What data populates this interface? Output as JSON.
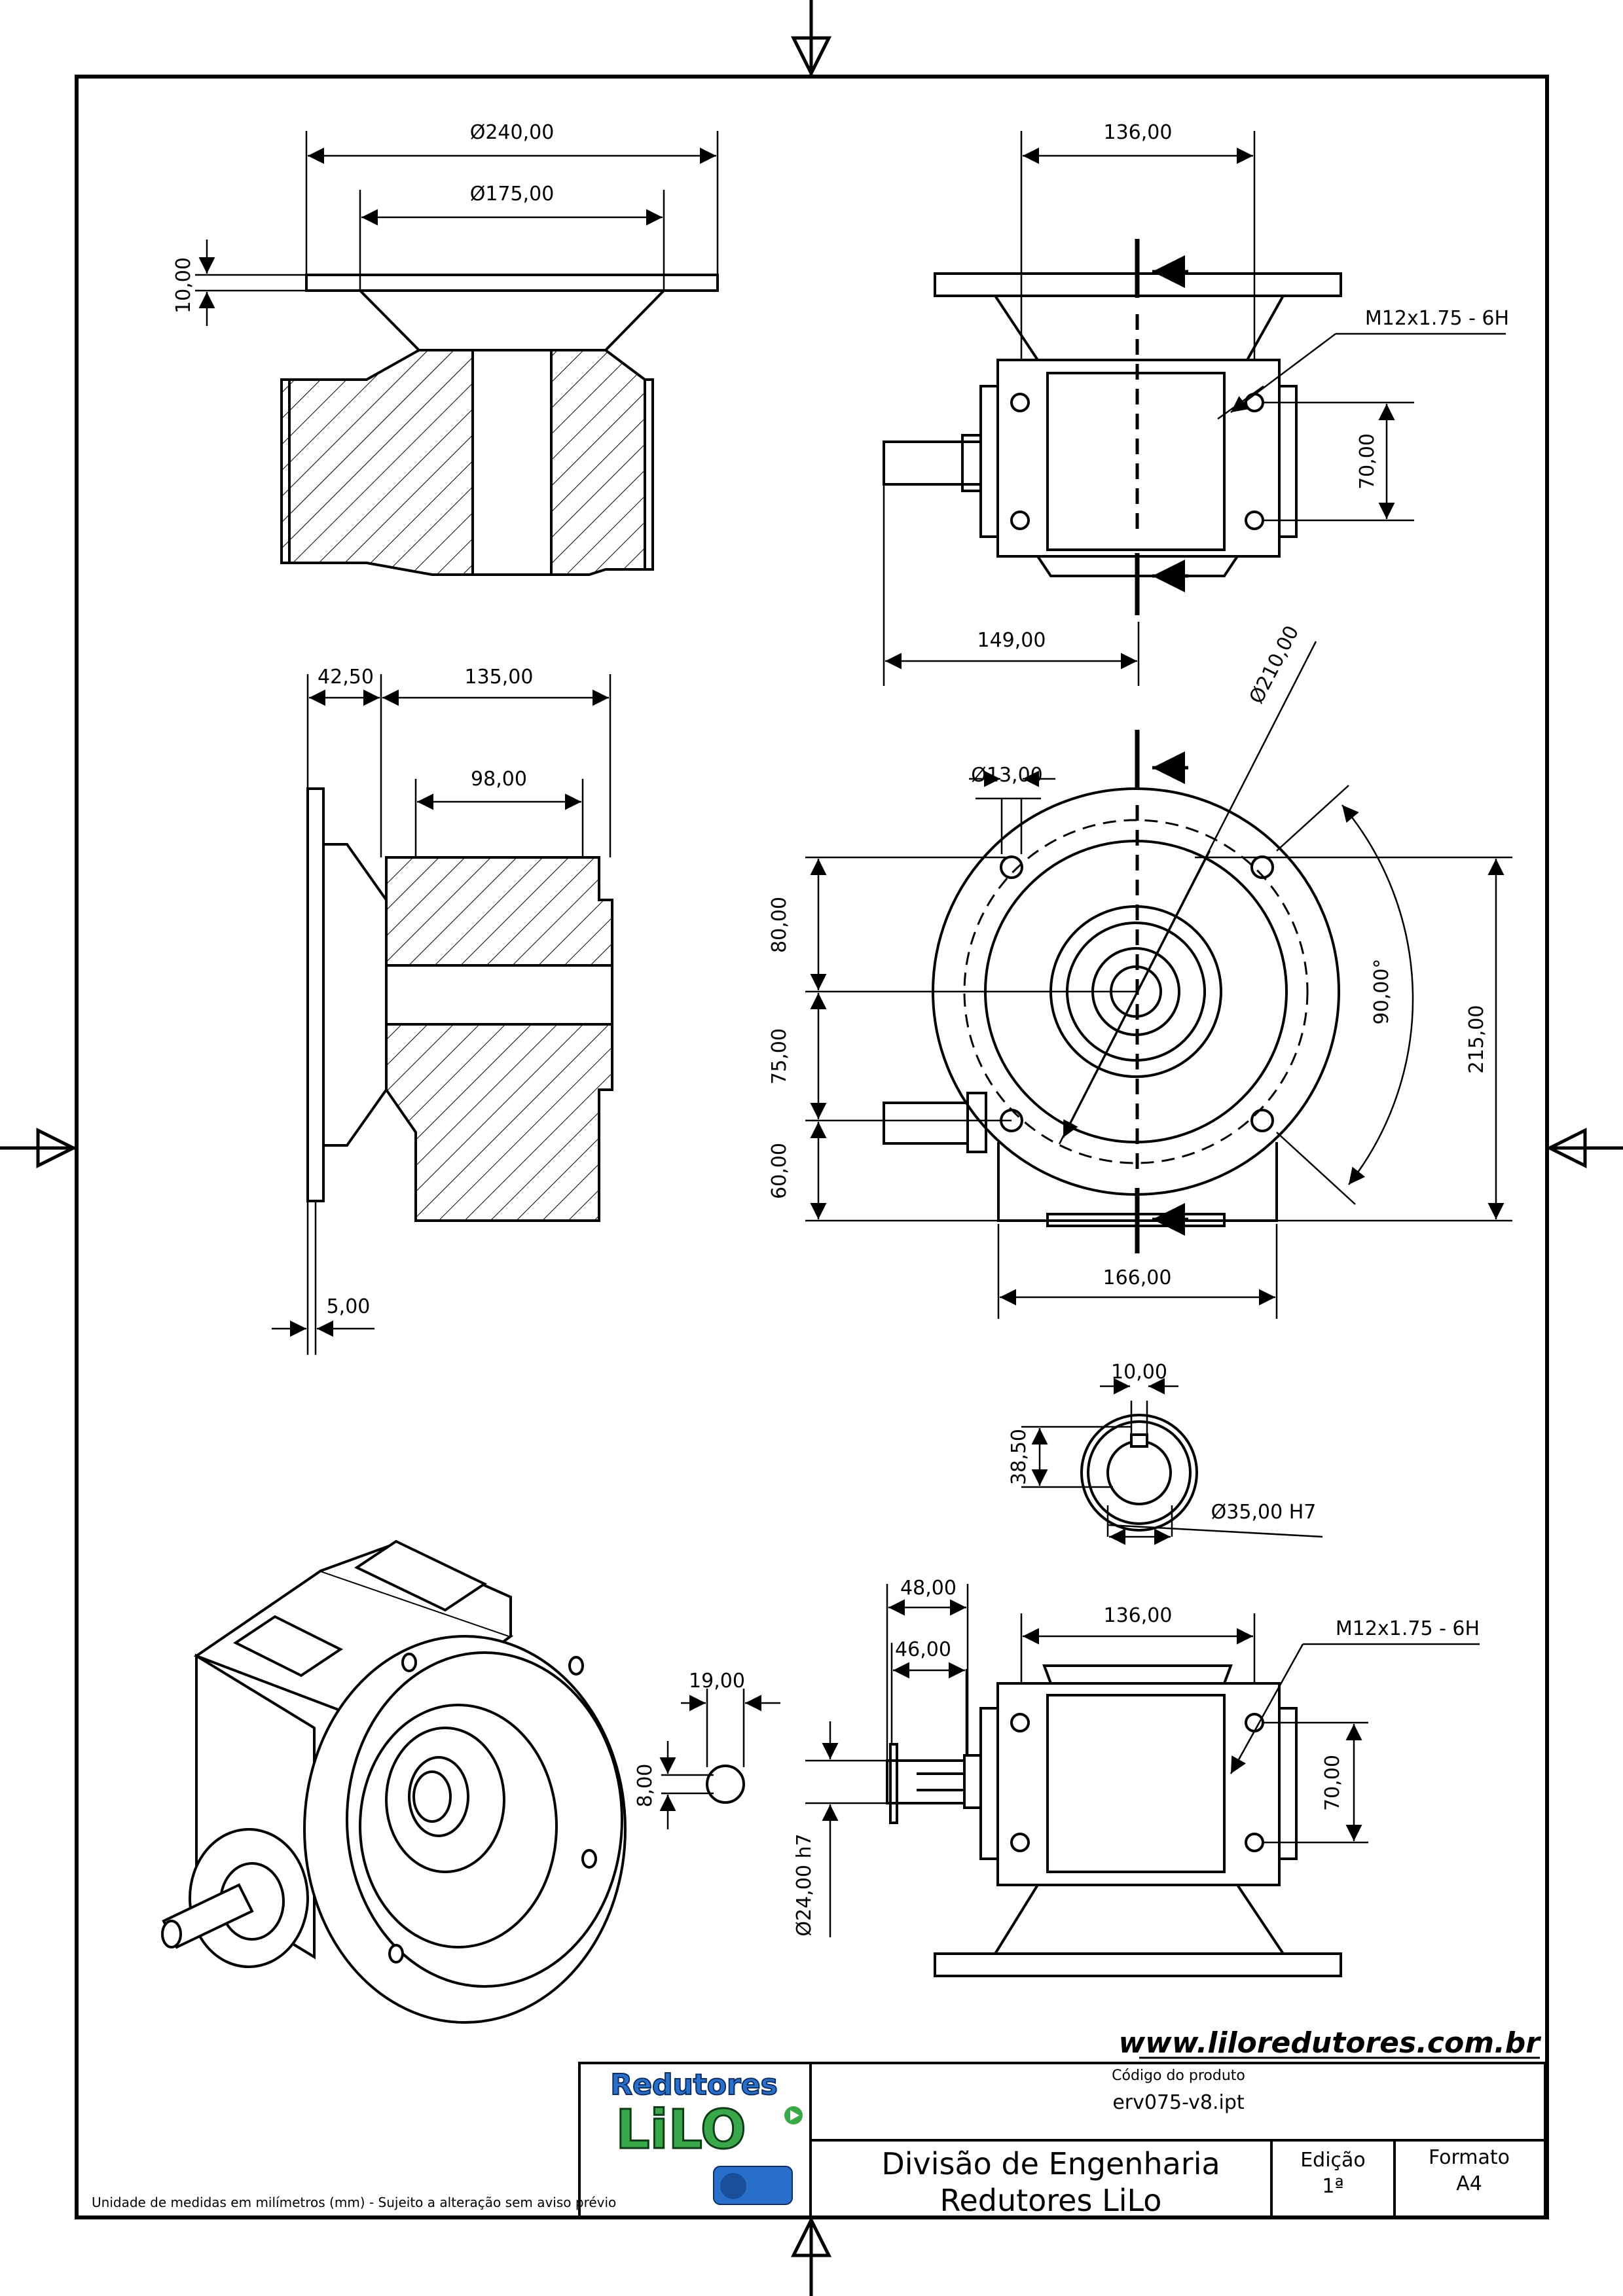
{
  "dimensions": {
    "top_flange_outer_dia": "Ø240,00",
    "top_flange_inner_dia": "Ø175,00",
    "top_flange_thickness": "10,00",
    "top_right_width": "136,00",
    "top_right_thread": "M12x1.75 - 6H",
    "top_right_hole_spacing": "70,00",
    "top_right_shaft_length": "149,00",
    "left_mid_flange_offset": "42,50",
    "left_mid_length": "135,00",
    "left_mid_bore_length": "98,00",
    "left_mid_flange_thickness": "5,00",
    "front_bolt_circle_dia": "Ø210,00",
    "front_hole_dia": "Ø13,00",
    "front_h_80": "80,00",
    "front_h_75": "75,00",
    "front_h_60": "60,00",
    "front_angle": "90,00°",
    "front_total_height": "215,00",
    "front_base_width": "166,00",
    "bore_key_width": "10,00",
    "bore_key_depth": "38,50",
    "bore_dia": "Ø35,00 H7",
    "key_width_19": "19,00",
    "key_height_8": "8,00",
    "shaft_len_48": "48,00",
    "shaft_len_46": "46,00",
    "bottom_right_width": "136,00",
    "bottom_right_thread": "M12x1.75 - 6H",
    "bottom_right_hole_spacing": "70,00",
    "shaft_dia": "Ø24,00 h7"
  },
  "title_block": {
    "website": "www.liloredutores.com.br",
    "logo_top": "Redutores",
    "logo_bottom": "LiLO",
    "product_code_label": "Código do produto",
    "product_code": "erv075-v8.ipt",
    "department_line1": "Divisão de Engenharia",
    "department_line2": "Redutores LiLo",
    "edition_label": "Edição",
    "edition_value": "1ª",
    "format_label": "Formato",
    "format_value": "A4",
    "footnote": "Unidade de medidas em milímetros (mm) - Sujeito a alteração sem aviso prévio"
  },
  "colors": {
    "ink": "#000000",
    "paper": "#ffffff",
    "logo_blue": "#2a6fc9",
    "logo_green": "#3aa84a"
  }
}
